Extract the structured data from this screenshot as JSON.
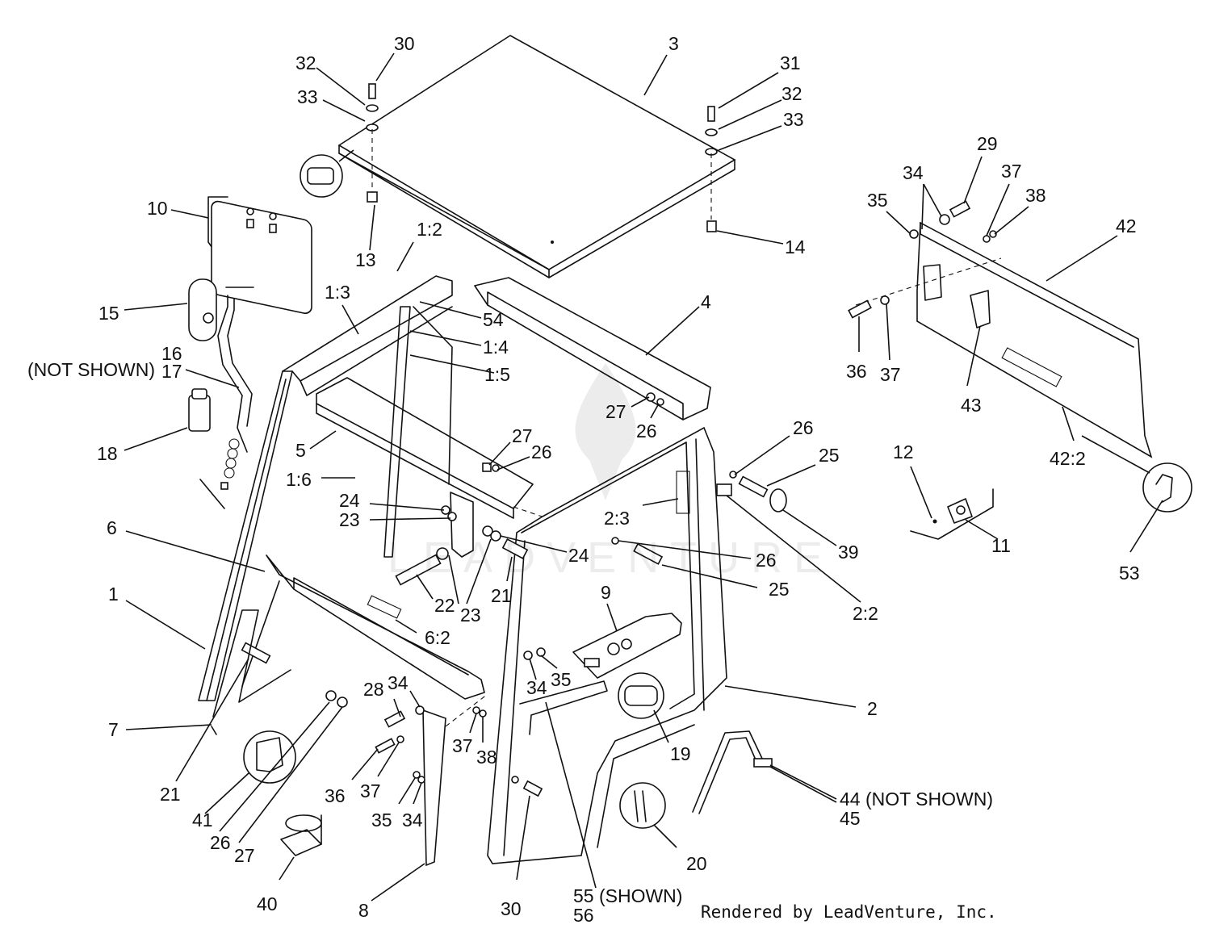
{
  "diagram": {
    "watermark_text": "LEADVENTURE",
    "credit": "Rendered by LeadVenture, Inc.",
    "callouts": [
      {
        "id": "c30a",
        "text": "30"
      },
      {
        "id": "c32a",
        "text": "32"
      },
      {
        "id": "c33a",
        "text": "33"
      },
      {
        "id": "c3",
        "text": "3"
      },
      {
        "id": "c31",
        "text": "31"
      },
      {
        "id": "c32b",
        "text": "32"
      },
      {
        "id": "c33b",
        "text": "33"
      },
      {
        "id": "c10",
        "text": "10"
      },
      {
        "id": "c13",
        "text": "13"
      },
      {
        "id": "c1_2",
        "text": "1:2"
      },
      {
        "id": "c14",
        "text": "14"
      },
      {
        "id": "c15",
        "text": "15"
      },
      {
        "id": "c1_3",
        "text": "1:3"
      },
      {
        "id": "c54",
        "text": "54"
      },
      {
        "id": "c1_4",
        "text": "1:4"
      },
      {
        "id": "c4",
        "text": "4"
      },
      {
        "id": "c16",
        "text": "16"
      },
      {
        "id": "c_notshown",
        "text": "(NOT SHOWN)"
      },
      {
        "id": "c17",
        "text": "17"
      },
      {
        "id": "c1_5",
        "text": "1:5"
      },
      {
        "id": "c18",
        "text": "18"
      },
      {
        "id": "c5",
        "text": "5"
      },
      {
        "id": "c27a",
        "text": "27"
      },
      {
        "id": "c26a",
        "text": "26"
      },
      {
        "id": "c27b",
        "text": "27"
      },
      {
        "id": "c26b",
        "text": "26"
      },
      {
        "id": "c1_6",
        "text": "1:6"
      },
      {
        "id": "c24a",
        "text": "24"
      },
      {
        "id": "c23a",
        "text": "23"
      },
      {
        "id": "c2_3",
        "text": "2:3"
      },
      {
        "id": "c26c",
        "text": "26"
      },
      {
        "id": "c25a",
        "text": "25"
      },
      {
        "id": "c6",
        "text": "6"
      },
      {
        "id": "c24b",
        "text": "24"
      },
      {
        "id": "c26d",
        "text": "26"
      },
      {
        "id": "c39",
        "text": "39"
      },
      {
        "id": "c1",
        "text": "1"
      },
      {
        "id": "c22",
        "text": "22"
      },
      {
        "id": "c23b",
        "text": "23"
      },
      {
        "id": "c21a",
        "text": "21"
      },
      {
        "id": "c25b",
        "text": "25"
      },
      {
        "id": "c9",
        "text": "9"
      },
      {
        "id": "c6_2",
        "text": "6:2"
      },
      {
        "id": "c2_2",
        "text": "2:2"
      },
      {
        "id": "c28",
        "text": "28"
      },
      {
        "id": "c34a",
        "text": "34"
      },
      {
        "id": "c34b",
        "text": "34"
      },
      {
        "id": "c35a",
        "text": "35"
      },
      {
        "id": "c7",
        "text": "7"
      },
      {
        "id": "c2",
        "text": "2"
      },
      {
        "id": "c37a",
        "text": "37"
      },
      {
        "id": "c38a",
        "text": "38"
      },
      {
        "id": "c19",
        "text": "19"
      },
      {
        "id": "c21b",
        "text": "21"
      },
      {
        "id": "c36a",
        "text": "36"
      },
      {
        "id": "c37b",
        "text": "37"
      },
      {
        "id": "c41",
        "text": "41"
      },
      {
        "id": "c26e",
        "text": "26"
      },
      {
        "id": "c35b",
        "text": "35"
      },
      {
        "id": "c34c",
        "text": "34"
      },
      {
        "id": "c27c",
        "text": "27"
      },
      {
        "id": "c44",
        "text": "44 (NOT SHOWN)"
      },
      {
        "id": "c45",
        "text": "45"
      },
      {
        "id": "c20",
        "text": "20"
      },
      {
        "id": "c40",
        "text": "40"
      },
      {
        "id": "c8",
        "text": "8"
      },
      {
        "id": "c30b",
        "text": "30"
      },
      {
        "id": "c55",
        "text": "55 (SHOWN)"
      },
      {
        "id": "c56",
        "text": "56"
      },
      {
        "id": "c29",
        "text": "29"
      },
      {
        "id": "c34d",
        "text": "34"
      },
      {
        "id": "c37c",
        "text": "37"
      },
      {
        "id": "c35c",
        "text": "35"
      },
      {
        "id": "c38b",
        "text": "38"
      },
      {
        "id": "c42",
        "text": "42"
      },
      {
        "id": "c36b",
        "text": "36"
      },
      {
        "id": "c37d",
        "text": "37"
      },
      {
        "id": "c43",
        "text": "43"
      },
      {
        "id": "c42_2",
        "text": "42:2"
      },
      {
        "id": "c12",
        "text": "12"
      },
      {
        "id": "c11",
        "text": "11"
      },
      {
        "id": "c53",
        "text": "53"
      }
    ]
  }
}
